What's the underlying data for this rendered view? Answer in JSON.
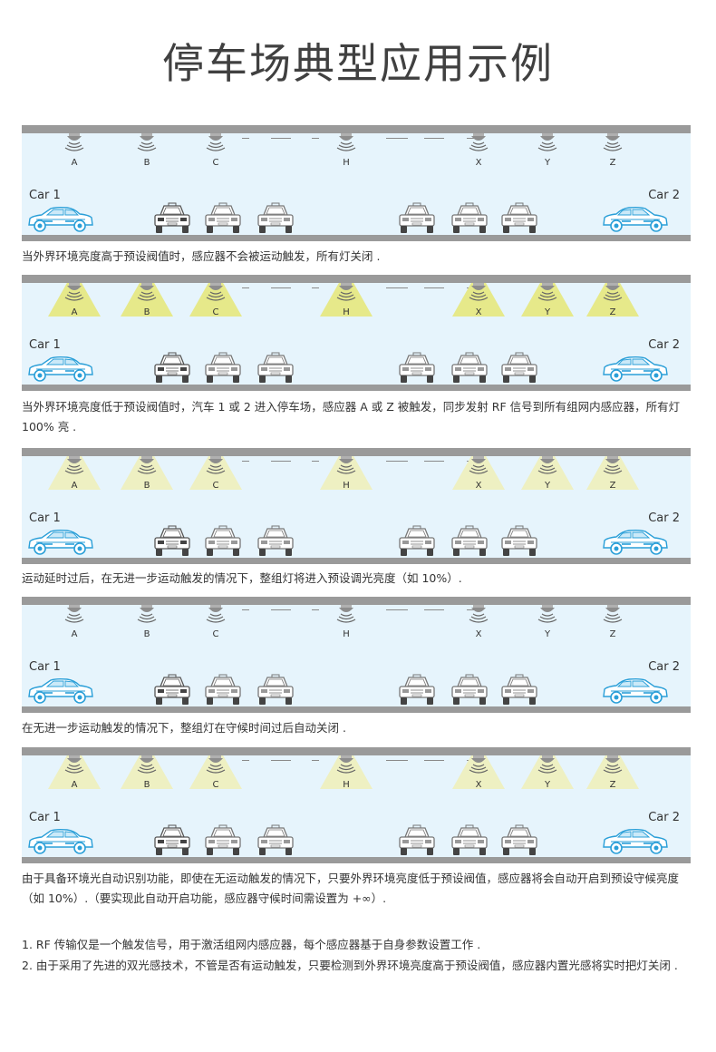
{
  "title": "停车场典型应用示例",
  "sensor_labels": [
    "A",
    "B",
    "C",
    "H",
    "X",
    "Y",
    "Z"
  ],
  "car1_label": "Car 1",
  "car2_label": "Car 2",
  "scenarios": [
    {
      "lights": [
        "off",
        "off",
        "off",
        "off",
        "off",
        "off",
        "off"
      ],
      "caption": "当外界环境亮度高于预设阀值时，感应器不会被运动触发，所有灯关闭 ."
    },
    {
      "lights": [
        "on",
        "on",
        "on",
        "on",
        "on",
        "on",
        "on"
      ],
      "caption": "当外界环境亮度低于预设阀值时，汽车 1 或 2 进入停车场，感应器 A 或 Z 被触发，同步发射 RF 信号到所有组网内感应器，所有灯 100% 亮 ."
    },
    {
      "lights": [
        "dim",
        "dim",
        "dim",
        "dim",
        "dim",
        "dim",
        "dim"
      ],
      "caption": "运动延时过后，在无进一步运动触发的情况下，整组灯将进入预设调光亮度（如 10%）."
    },
    {
      "lights": [
        "off",
        "off",
        "off",
        "off",
        "off",
        "off",
        "off"
      ],
      "caption": "在无进一步运动触发的情况下，整组灯在守候时间过后自动关闭 ."
    },
    {
      "lights": [
        "dim",
        "dim",
        "dim",
        "dim",
        "dim",
        "dim",
        "dim"
      ],
      "caption": "由于具备环境光自动识别功能，即使在无运动触发的情况下，只要外界环境亮度低于预设阀值，感应器将会自动开启到预设守候亮度（如 10%）.（要实现此自动开启功能，感应器守候时间需设置为 +∞）."
    }
  ],
  "notes": [
    "1. RF 传输仅是一个触发信号，用于激活组网内感应器，每个感应器基于自身参数设置工作 .",
    "2. 由于采用了先进的双光感技术，不管是否有运动触发，只要检测到外界环境亮度高于预设阀值，感应器内置光感将实时把灯关闭 ."
  ],
  "colors": {
    "scene_bg": "#e6f4fc",
    "rail": "#9a9a9a",
    "light_on": "#e6e98a",
    "light_dim": "#eef0c2",
    "car_blue": "#2a9fd8",
    "car_outline": "#444444"
  }
}
